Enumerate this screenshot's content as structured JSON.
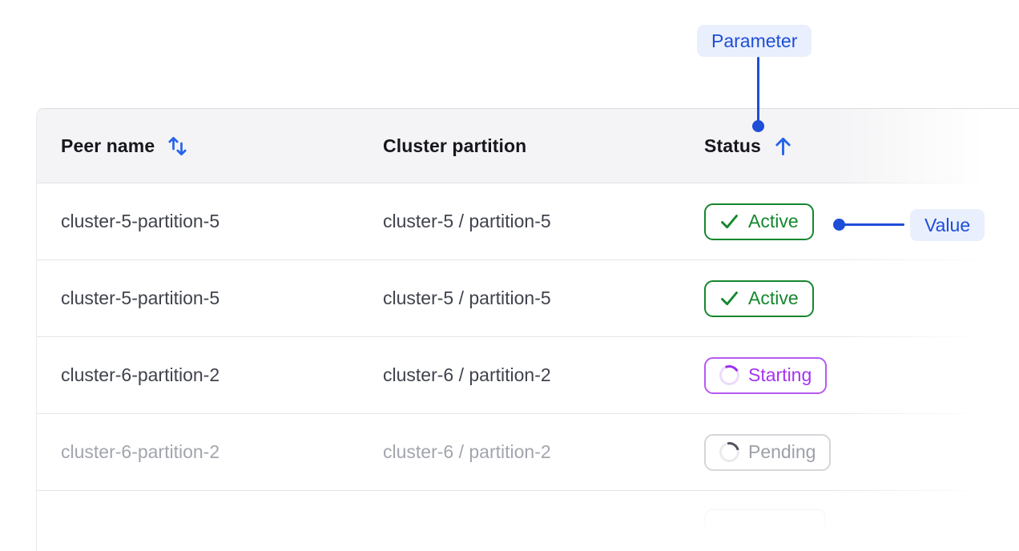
{
  "annotations": {
    "parameter_label": "Parameter",
    "value_label": "Value"
  },
  "table": {
    "columns": [
      {
        "label": "Peer name",
        "sort": "both"
      },
      {
        "label": "Cluster partition",
        "sort": "none"
      },
      {
        "label": "Status",
        "sort": "asc"
      }
    ],
    "rows": [
      {
        "peer": "cluster-5-partition-5",
        "partition": "cluster-5 / partition-5",
        "status": "Active",
        "status_type": "active",
        "faded": false
      },
      {
        "peer": "cluster-5-partition-5",
        "partition": "cluster-5 / partition-5",
        "status": "Active",
        "status_type": "active",
        "faded": false
      },
      {
        "peer": "cluster-6-partition-2",
        "partition": "cluster-6 / partition-2",
        "status": "Starting",
        "status_type": "starting",
        "faded": false
      },
      {
        "peer": "cluster-6-partition-2",
        "partition": "cluster-6 / partition-2",
        "status": "Pending",
        "status_type": "pending",
        "faded": true
      },
      {
        "peer": "",
        "partition": "",
        "status": "",
        "status_type": "ghost",
        "faded": true
      }
    ]
  },
  "colors": {
    "accent_blue": "#1d4ed8",
    "callout_bg": "#e9effc",
    "active_green": "#15872e",
    "starting_purple": "#a534f0",
    "pending_gray": "#9da0a8",
    "header_bg": "#f4f4f6",
    "divider": "#e6e6ea"
  }
}
